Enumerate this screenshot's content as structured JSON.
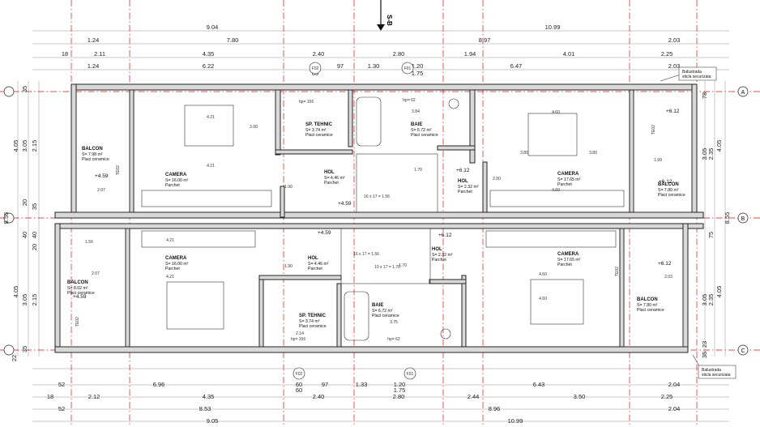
{
  "section_marker": "S-B",
  "top_dimension_rows": [
    [
      "9.04",
      "10.99"
    ],
    [
      "1.24",
      "7.80",
      "8.97",
      "2.03"
    ],
    [
      "18",
      "2.11",
      "4.35",
      "2.40",
      "2.80",
      "1.94",
      "4.01",
      "2.25"
    ],
    [
      "60",
      "97",
      "1.30",
      "1.20",
      "1.75"
    ],
    [
      "1.24",
      "6.22",
      "60",
      "6.47",
      "2.03"
    ]
  ],
  "bottom_dimension_rows": [
    [
      "52",
      "6.96",
      "60",
      "97",
      "1.33",
      "1.20",
      "6.43",
      "2.04"
    ],
    [
      "60",
      "1.75"
    ],
    [
      "18",
      "2.12",
      "4.35",
      "2.40",
      "2.80",
      "2.44",
      "3.50",
      "2.25"
    ],
    [
      "52",
      "8.53",
      "8.96",
      "2.04"
    ],
    [
      "9.05",
      "10.99"
    ]
  ],
  "left_dimensions": [
    "35",
    "3.05",
    "2.15",
    "4.05",
    "8.55",
    "20",
    "35",
    "40",
    "40",
    "20",
    "4.05",
    "3.05",
    "2.15",
    "35",
    "22"
  ],
  "right_dimensions": [
    "78",
    "3.05",
    "2.35",
    "4.05",
    "8.55",
    "75",
    "4.05",
    "3.05",
    "2.35",
    "23",
    "35"
  ],
  "axes": [
    "A",
    "B",
    "C"
  ],
  "balustrade_note": [
    "Balustrada",
    "sticla securizata"
  ],
  "window_tags": [
    "F02",
    "F01",
    "F02",
    "F01",
    "TE02",
    "TE02",
    "TE02",
    "TE02"
  ],
  "rooms": [
    {
      "name": "BALCON",
      "area": "S= 7.98 m²",
      "finish": "Placi ceramice"
    },
    {
      "name": "CAMERA",
      "area": "S= 16.00 m²",
      "finish": "Parchet"
    },
    {
      "name": "SP. TEHNIC",
      "area": "S= 3.74 m²",
      "finish": "Placi ceramice"
    },
    {
      "name": "HOL",
      "area": "S= 4.46 m²",
      "finish": "Parchet"
    },
    {
      "name": "BAIE",
      "area": "S= 6.72 m²",
      "finish": "Placi ceramice"
    },
    {
      "name": "HOL",
      "area": "S= 2.32 m²",
      "finish": "Parchet"
    },
    {
      "name": "CAMERA",
      "area": "S= 17.65 m²",
      "finish": "Parchet"
    },
    {
      "name": "BALCON",
      "area": "S= 7.80 m²",
      "finish": "Placi ceramice"
    },
    {
      "name": "BALCON",
      "area": "S= 8.02 m²",
      "finish": "Placi ceramice"
    },
    {
      "name": "CAMERA",
      "area": "S= 16.00 m²",
      "finish": "Parchet"
    },
    {
      "name": "HOL",
      "area": "S= 4.46 m²",
      "finish": "Parchet"
    },
    {
      "name": "SP. TEHNIC",
      "area": "S= 3.74 m²",
      "finish": "Placi ceramice"
    },
    {
      "name": "BAIE",
      "area": "S= 6.72 m²",
      "finish": "Placi ceramice"
    },
    {
      "name": "HOL",
      "area": "S= 2.32 m²",
      "finish": "Parchet"
    },
    {
      "name": "CAMERA",
      "area": "S= 17.65 m²",
      "finish": "Parchet"
    },
    {
      "name": "BALCON",
      "area": "S= 7.80 m²",
      "finish": "Placi ceramice"
    }
  ],
  "levels": [
    "+4.59",
    "+4.59",
    "+6.12",
    "+6.12",
    "+4.59",
    "+6.12",
    "+4.59",
    "+6.12",
    "+6.12"
  ],
  "inner_dims": [
    "4.21",
    "4.21",
    "4.21",
    "4.21",
    "2.07",
    "2.07",
    "4.60",
    "4.60",
    "4.60",
    "4.60",
    "3.84",
    "3.75",
    "2.00",
    "2.00",
    "1.99",
    "2.03",
    "3.80",
    "3.80",
    "1.90",
    "1.90",
    "2.14",
    "1.56",
    "1.70",
    "1.70"
  ],
  "ceiling_heights": [
    "hp= 156",
    "hp= 62",
    "hp= 156",
    "hp= 62"
  ],
  "stair_labels": [
    "16 x 17 = 1.56",
    "10 x 17 = 1.70",
    "16 x 17 = 1.56"
  ],
  "colors": {
    "wall": "#d9d9d9",
    "axis_line": "#dd1111",
    "line": "#222222"
  }
}
